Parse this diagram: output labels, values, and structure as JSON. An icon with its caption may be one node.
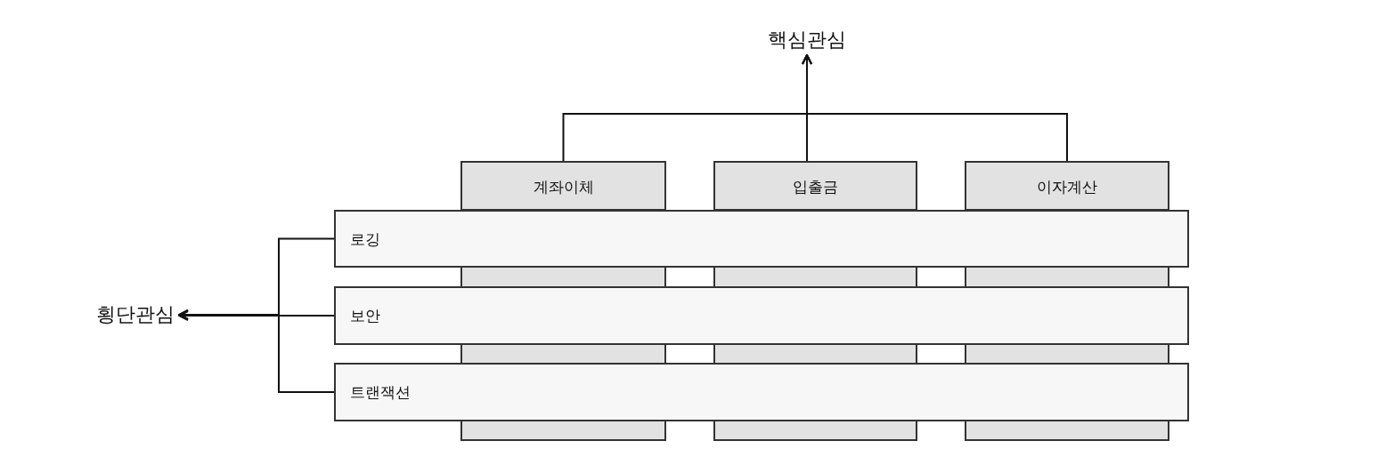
{
  "diagram": {
    "nodes": [
      {
        "text": [
          "핵심관심"
        ]
      },
      {
        "text": [
          "횡단관심"
        ]
      },
      {
        "text": [
          "계좌이체"
        ]
      },
      {
        "text": [
          "입출금"
        ]
      },
      {
        "text": [
          "이자계산"
        ]
      },
      {
        "text": [
          "로깅"
        ]
      },
      {
        "text": [
          "보안"
        ]
      },
      {
        "text": [
          "트랜잭션"
        ]
      }
    ],
    "edges": [
      {
        "from": 2,
        "to": 0,
        "arrow": "to"
      },
      {
        "from": 3,
        "to": 0,
        "arrow": "to"
      },
      {
        "from": 4,
        "to": 0,
        "arrow": "to"
      },
      {
        "from": 5,
        "to": 1,
        "arrow": "to"
      },
      {
        "from": 6,
        "to": 1,
        "arrow": "to"
      },
      {
        "from": 7,
        "to": 1,
        "arrow": "to"
      }
    ]
  }
}
